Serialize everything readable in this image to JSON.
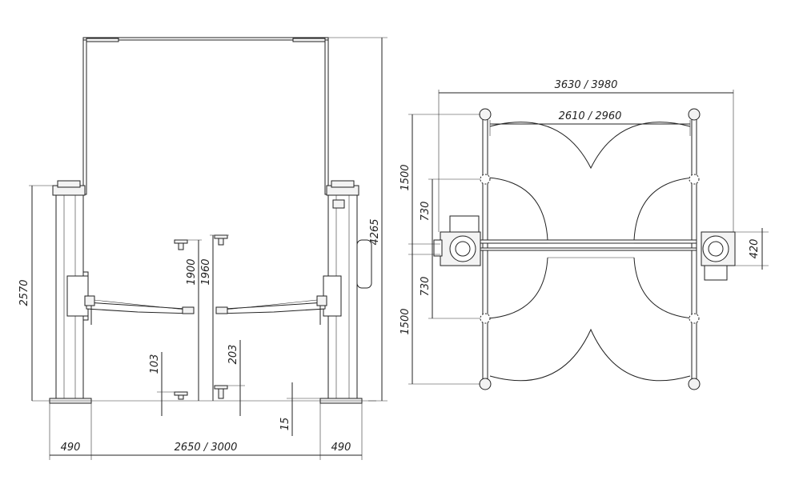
{
  "front_view": {
    "dims": {
      "overall_height": "4265",
      "column_height": "2570",
      "max_lift_a": "1900",
      "max_lift_b": "1960",
      "min_height_left": "103",
      "min_height_right": "203",
      "plate_height": "15",
      "base_left": "490",
      "base_right": "490",
      "between_columns": "2650 / 3000"
    }
  },
  "top_view": {
    "dims": {
      "overall_width": "3630 / 3980",
      "inner_width": "2610 / 2960",
      "arm_reach_top": "1500",
      "arm_reach_bottom": "1500",
      "arm_min_top": "730",
      "arm_min_bottom": "730",
      "column_depth": "420"
    }
  }
}
